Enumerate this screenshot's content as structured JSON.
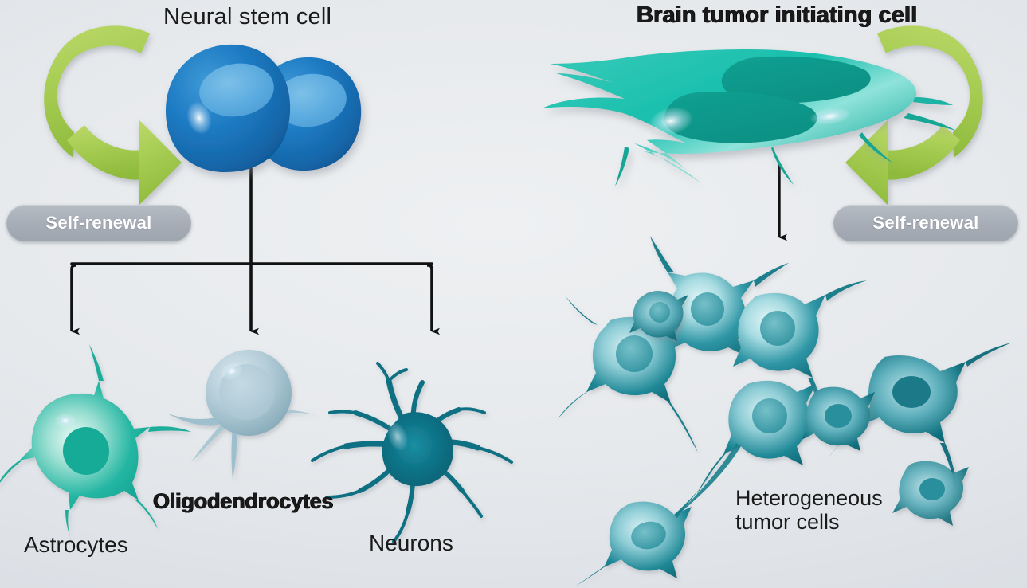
{
  "figure": {
    "background_color": "#e4e7ea",
    "panels": [
      {
        "id": "normal",
        "title": "Neural stem cell"
      },
      {
        "id": "tumor",
        "title": "Brain tumor initiating cell"
      }
    ]
  },
  "titles": {
    "left": "Neural stem cell",
    "right": "Brain tumor initiating cell"
  },
  "badges": {
    "left_self_renewal": "Self-renewal",
    "right_self_renewal": "Self-renewal"
  },
  "progeny_labels": {
    "astrocytes": "Astrocytes",
    "oligodendrocytes": "Oligodendrocytes",
    "neurons": "Neurons",
    "heterogeneous_line1": "Heterogeneous",
    "heterogeneous_line2": "tumor cells"
  },
  "colors": {
    "background": "#e4e7ea",
    "self_renewal_arrow_green": "#a4cc52",
    "self_renewal_pill_gray": "#a8aeb7",
    "neural_stem_cell_blue": "#1f7cc4",
    "neural_stem_cell_nucleus": "#57a8dd",
    "tumor_initiating_teal": "#1fbdad",
    "astrocyte_teal": "#16b39f",
    "oligodendrocyte_gray_blue": "#a8c2cc",
    "neuron_dark_teal": "#0d6b7d",
    "tumor_cell_teal": "#1b7f8c",
    "arrow_black": "#111111"
  },
  "icons": {
    "self_renewal_left": "curved-loop-arrow-right-icon",
    "self_renewal_right": "curved-loop-arrow-left-icon",
    "differentiation_stem": "down-arrow-icon",
    "branch_connector": "branching-arrow-icon",
    "tumor_expansion": "down-arrow-icon"
  },
  "diagram": {
    "left_panel": {
      "parent_cell": "neural-stem-cell",
      "parent_cell_count": 2,
      "self_renewal_loop": true,
      "differentiation_targets": [
        "Astrocytes",
        "Oligodendrocytes",
        "Neurons"
      ]
    },
    "right_panel": {
      "parent_cell": "brain-tumor-initiating-cell",
      "parent_cell_count": 1,
      "self_renewal_loop": true,
      "differentiation_targets": [
        "Heterogeneous tumor cells"
      ],
      "tumor_cell_cluster_count": 9
    }
  }
}
